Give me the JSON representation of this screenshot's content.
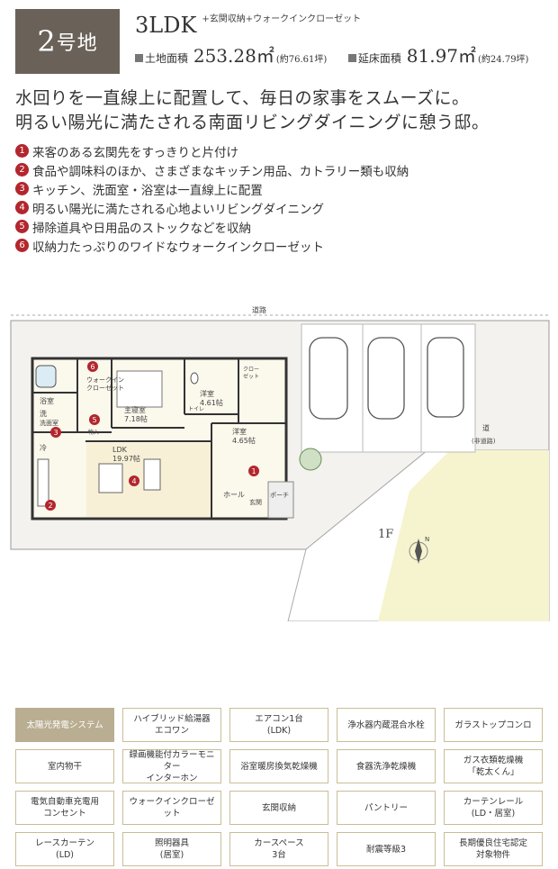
{
  "header": {
    "lot_number": "2",
    "lot_suffix": "号地",
    "plan_type": "3LDK",
    "plan_note": "+玄関収納+ウォークインクローゼット",
    "land_area_label": "土地面積",
    "land_area_value": "253.28㎡",
    "land_area_tsubo": "(約76.61坪)",
    "floor_area_label": "延床面積",
    "floor_area_value": "81.97㎡",
    "floor_area_tsubo": "(約24.79坪)"
  },
  "headline": {
    "line1": "水回りを一直線上に配置して、毎日の家事をスムーズに。",
    "line2": "明るい陽光に満たされる南面リビングダイニングに憩う邸。"
  },
  "features": [
    {
      "num": "1",
      "text": "来客のある玄関先をすっきりと片付け"
    },
    {
      "num": "2",
      "text": "食品や調味料のほか、さまざまなキッチン用品、カトラリー類も収納"
    },
    {
      "num": "3",
      "text": "キッチン、洗面室・浴室は一直線上に配置"
    },
    {
      "num": "4",
      "text": "明るい陽光に満たされる心地よいリビングダイニング"
    },
    {
      "num": "5",
      "text": "掃除道具や日用品のストックなどを収納"
    },
    {
      "num": "6",
      "text": "収納力たっぷりのワイドなウォークインクローゼット"
    }
  ],
  "floor_plan": {
    "road_top": "道路",
    "road_right": "道",
    "road_right_sub": "(非道路)",
    "floor_label": "1F",
    "north": "N",
    "rooms": {
      "master": "主寝室",
      "master_size": "7.18帖",
      "western1": "洋室",
      "western1_size": "4.61帖",
      "western2": "洋室",
      "western2_size": "4.65帖",
      "ldk": "LDK",
      "ldk_size": "19.97帖",
      "bath": "浴室",
      "wash": "洗",
      "wash2": "洗面室",
      "toilet": "トイレ",
      "wic": "ウォークイン",
      "wic2": "クローゼット",
      "closet": "クロー",
      "closet2": "ゼット",
      "fridge": "冷",
      "storage": "物入",
      "hall": "ホール",
      "entrance": "玄関",
      "porch": "ポーチ"
    },
    "markers": [
      "1",
      "2",
      "3",
      "4",
      "5",
      "6"
    ]
  },
  "equipment": [
    {
      "label": "太陽光発電システム",
      "active": true
    },
    {
      "label": "ハイブリッド給湯器|エコワン",
      "active": false
    },
    {
      "label": "エアコン1台|(LDK)",
      "active": false
    },
    {
      "label": "浄水器内蔵混合水栓",
      "active": false
    },
    {
      "label": "ガラストップコンロ",
      "active": false
    },
    {
      "label": "室内物干",
      "active": false
    },
    {
      "label": "録画機能付カラーモニター|インターホン",
      "active": false
    },
    {
      "label": "浴室暖房換気乾燥機",
      "active": false
    },
    {
      "label": "食器洗浄乾燥機",
      "active": false
    },
    {
      "label": "ガス衣類乾燥機|「乾太くん」",
      "active": false
    },
    {
      "label": "電気自動車充電用|コンセント",
      "active": false
    },
    {
      "label": "ウォークインクローゼット",
      "active": false
    },
    {
      "label": "玄関収納",
      "active": false
    },
    {
      "label": "パントリー",
      "active": false
    },
    {
      "label": "カーテンレール|(LD・居室)",
      "active": false
    },
    {
      "label": "レースカーテン|(LD)",
      "active": false
    },
    {
      "label": "照明器具|(居室)",
      "active": false
    },
    {
      "label": "カースペース|3台",
      "active": false
    },
    {
      "label": "耐震等級3",
      "active": false
    },
    {
      "label": "長期優良住宅認定|対象物件",
      "active": false
    }
  ],
  "colors": {
    "badge": "#6a6259",
    "marker": "#b3262e",
    "active_cell": "#b9ae92",
    "cell_border": "#c9bd97"
  }
}
